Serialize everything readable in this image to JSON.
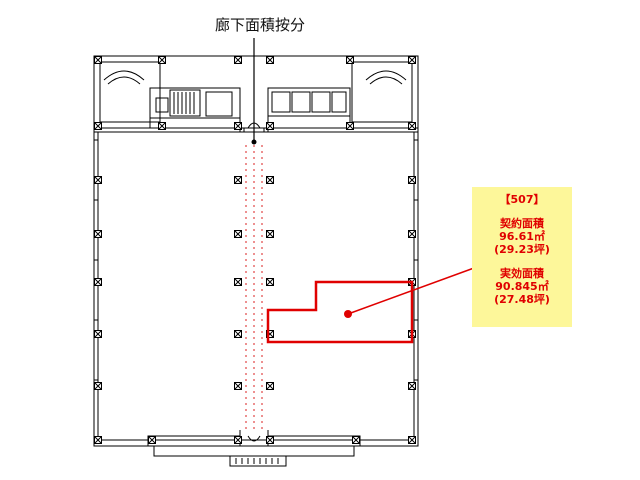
{
  "corridor_label": "廊下面積按分",
  "unit_info": {
    "unit": "【507】",
    "contract_area_label": "契約面積",
    "contract_area_sqm": "96.61㎡",
    "contract_area_tsubo": "(29.23坪)",
    "effective_area_label": "実効面積",
    "effective_area_sqm": "90.845㎡",
    "effective_area_tsubo": "(27.48坪)"
  },
  "colors": {
    "highlight": "#e00000",
    "info_background": "#fdf79a",
    "corridor_dots": "#e04040",
    "wall": "#000000"
  }
}
